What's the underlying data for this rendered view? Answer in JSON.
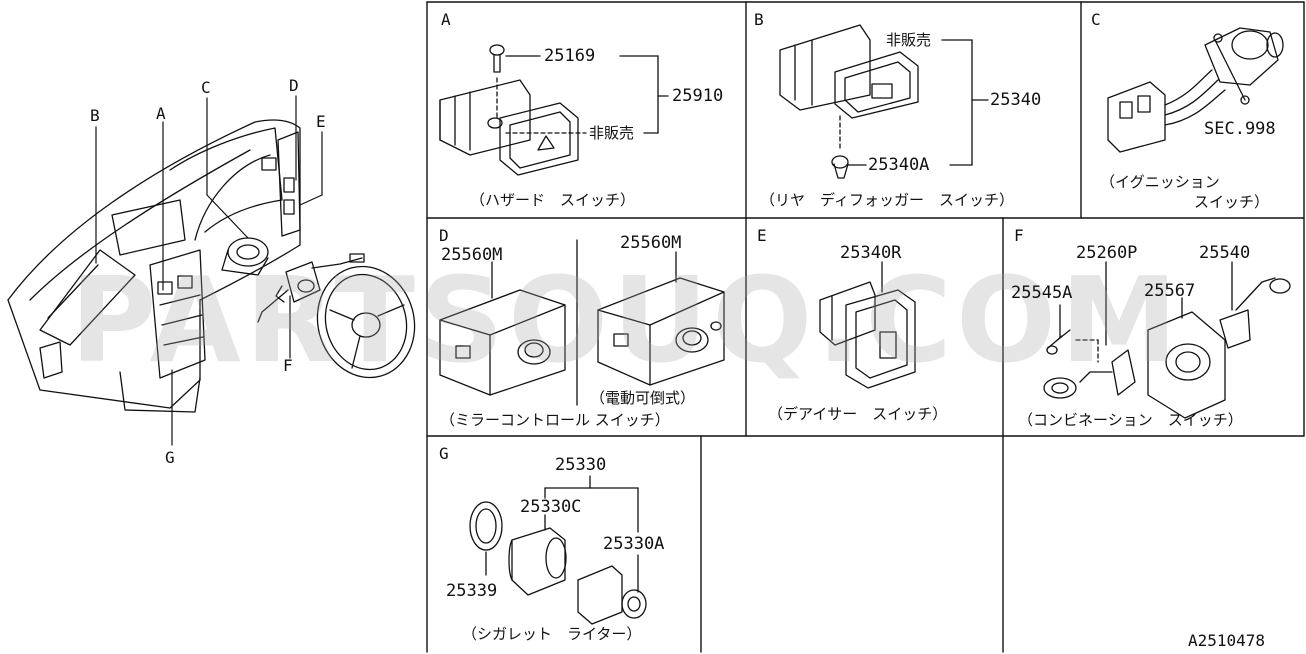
{
  "watermark": "PARTSOUQ.COM",
  "drawing_id": "A2510478",
  "overview": {
    "callouts": {
      "B": "B",
      "A": "A",
      "C": "C",
      "D": "D",
      "E": "E",
      "F": "F",
      "G": "G"
    }
  },
  "panels": {
    "A": {
      "letter": "A",
      "parts": [
        "25169",
        "25910",
        "非販売"
      ],
      "caption": "（ハザード　スイッチ）"
    },
    "B": {
      "letter": "B",
      "parts": [
        "非販売",
        "25340",
        "25340A"
      ],
      "caption": "（リヤ　ディフォッガー　スイッチ）"
    },
    "C": {
      "letter": "C",
      "parts": [
        "SEC.998"
      ],
      "caption_line1": "（イグニッション",
      "caption_line2": "スイッチ）"
    },
    "D": {
      "letter": "D",
      "parts": [
        "25560M",
        "25560M"
      ],
      "note": "（電動可倒式）",
      "caption": "（ミラーコントロール スイッチ）"
    },
    "E": {
      "letter": "E",
      "parts": [
        "25340R"
      ],
      "caption": "（デアイサー　スイッチ）"
    },
    "F": {
      "letter": "F",
      "parts": [
        "25260P",
        "25540",
        "25545A",
        "25567"
      ],
      "caption": "（コンビネーション　スイッチ）"
    },
    "G": {
      "letter": "G",
      "parts": [
        "25330",
        "25330C",
        "25330A",
        "25339"
      ],
      "caption": "（シガレット　ライター）"
    }
  }
}
